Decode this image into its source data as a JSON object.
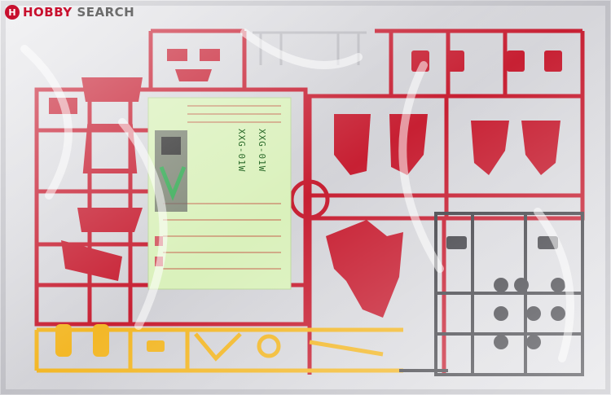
{
  "watermark": {
    "logo_letter": "H",
    "brand_strong": "HOBBY",
    "brand_rest": "SEARCH"
  },
  "sticker_sheet": {
    "code_left": "XXG-01W",
    "code_right": "XXG-01W"
  },
  "colors": {
    "runner_red": "#c41428",
    "runner_yellow": "#f2b41c",
    "runner_gray": "#3a3a40",
    "sticker_green": "#d8f0b8",
    "bag": "#dcdce0"
  }
}
